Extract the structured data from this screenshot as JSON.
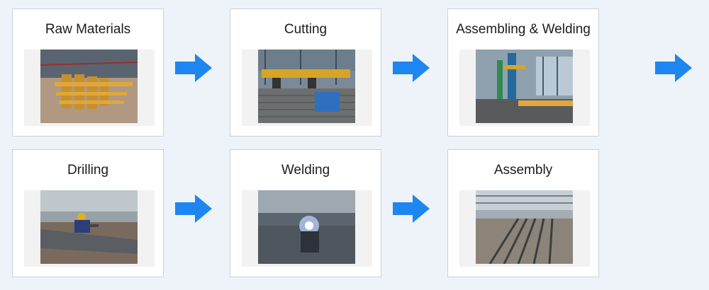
{
  "steps": [
    {
      "title": "Raw Materials",
      "photo": "steel-beams-photo"
    },
    {
      "title": "Cutting",
      "photo": "cutting-machine-photo"
    },
    {
      "title": "Assembling & Welding",
      "photo": "assembly-line-photo"
    },
    {
      "title": "Drilling",
      "photo": "drilling-worker-photo"
    },
    {
      "title": "Welding",
      "photo": "welding-spark-photo"
    },
    {
      "title": "Assembly",
      "photo": "assembled-beams-photo"
    }
  ],
  "colors": {
    "arrow": "#1e86f0",
    "card_border": "#c9d1db",
    "background": "#eef3f9"
  }
}
